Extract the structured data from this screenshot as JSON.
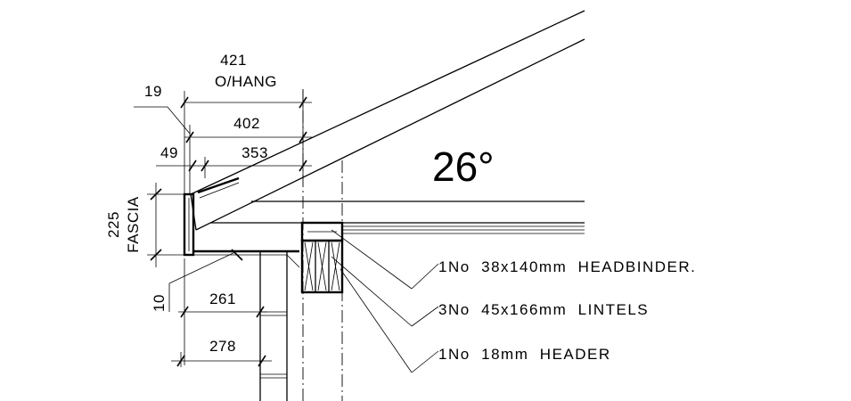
{
  "roof_angle": "26°",
  "dimensions": {
    "overhang_value": "421",
    "overhang_label": "O/HANG",
    "d19": "19",
    "d402": "402",
    "d49": "49",
    "d353": "353",
    "fascia_value": "225",
    "fascia_label": "FASCIA",
    "d10": "10",
    "d261": "261",
    "d278": "278"
  },
  "callouts": [
    {
      "text": "1No  38x140mm  HEADBINDER."
    },
    {
      "text": "3No  45x166mm  LINTELS"
    },
    {
      "text": "1No  18mm  HEADER"
    }
  ]
}
